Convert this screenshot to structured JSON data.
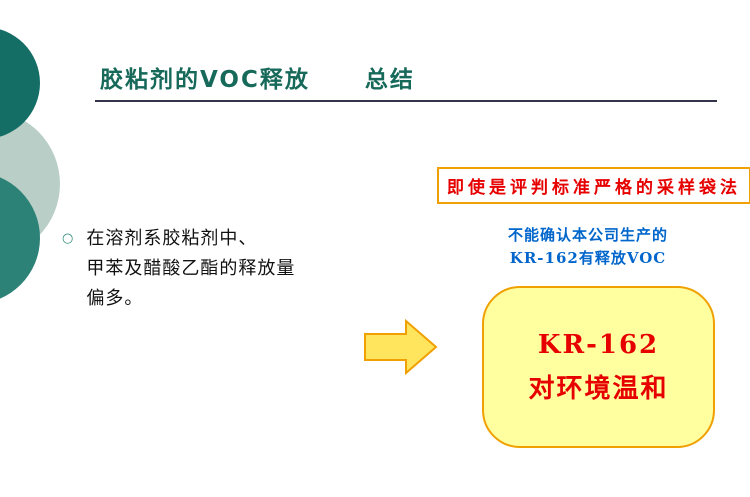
{
  "header": {
    "title": "胶粘剂的VOC释放",
    "subtitle": "总结"
  },
  "bullet": {
    "marker": "○",
    "lines": [
      "在溶剂系胶粘剂中、",
      "甲苯及醋酸乙酯的释放量",
      "偏多。"
    ]
  },
  "callout": {
    "text": "即使是评判标准严格的采样袋法"
  },
  "note": {
    "line1": "不能确认本公司生产的",
    "line2": "KR-162有释放VOC"
  },
  "result": {
    "line1": "KR-162",
    "line2": "对环境温和"
  },
  "colors": {
    "title_green": "#17695a",
    "accent_orange": "#f0a000",
    "red_text": "#e60000",
    "blue_text": "#0066cc",
    "box_fill": "#ffffa0",
    "arrow_fill": "#ffe45e",
    "circle_dark": "#156e66",
    "circle_pale": "#b9cec7",
    "circle_teal": "#2c8276"
  }
}
